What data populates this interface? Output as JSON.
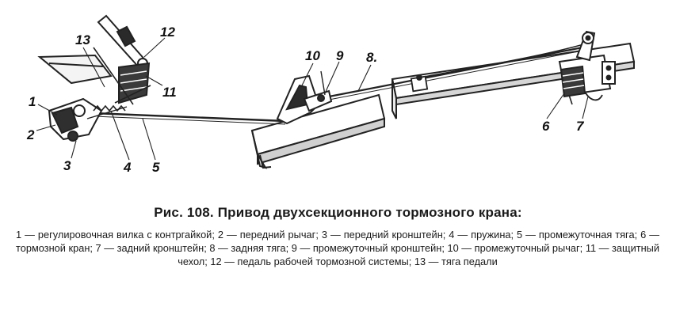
{
  "figure": {
    "labels": [
      "1",
      "2",
      "3",
      "4",
      "5",
      "6",
      "7",
      "8.",
      "9",
      "10",
      "11",
      "12",
      "13"
    ]
  },
  "caption": {
    "title": "Рис. 108. Привод двухсекционного тормозного крана:",
    "legend": "1 — регулировочная вилка с контргайкой; 2 — передний рычаг; 3 — передний кронштейн; 4 — пружина; 5 — промежуточная тяга; 6 — тормозной кран; 7 — задний кронштейн; 8 — задняя тяга; 9 — промежуточный кронштейн; 10 — промежуточный рычаг; 11 — защитный чехол; 12 — педаль рабочей тормозной системы; 13 — тяга педали"
  }
}
